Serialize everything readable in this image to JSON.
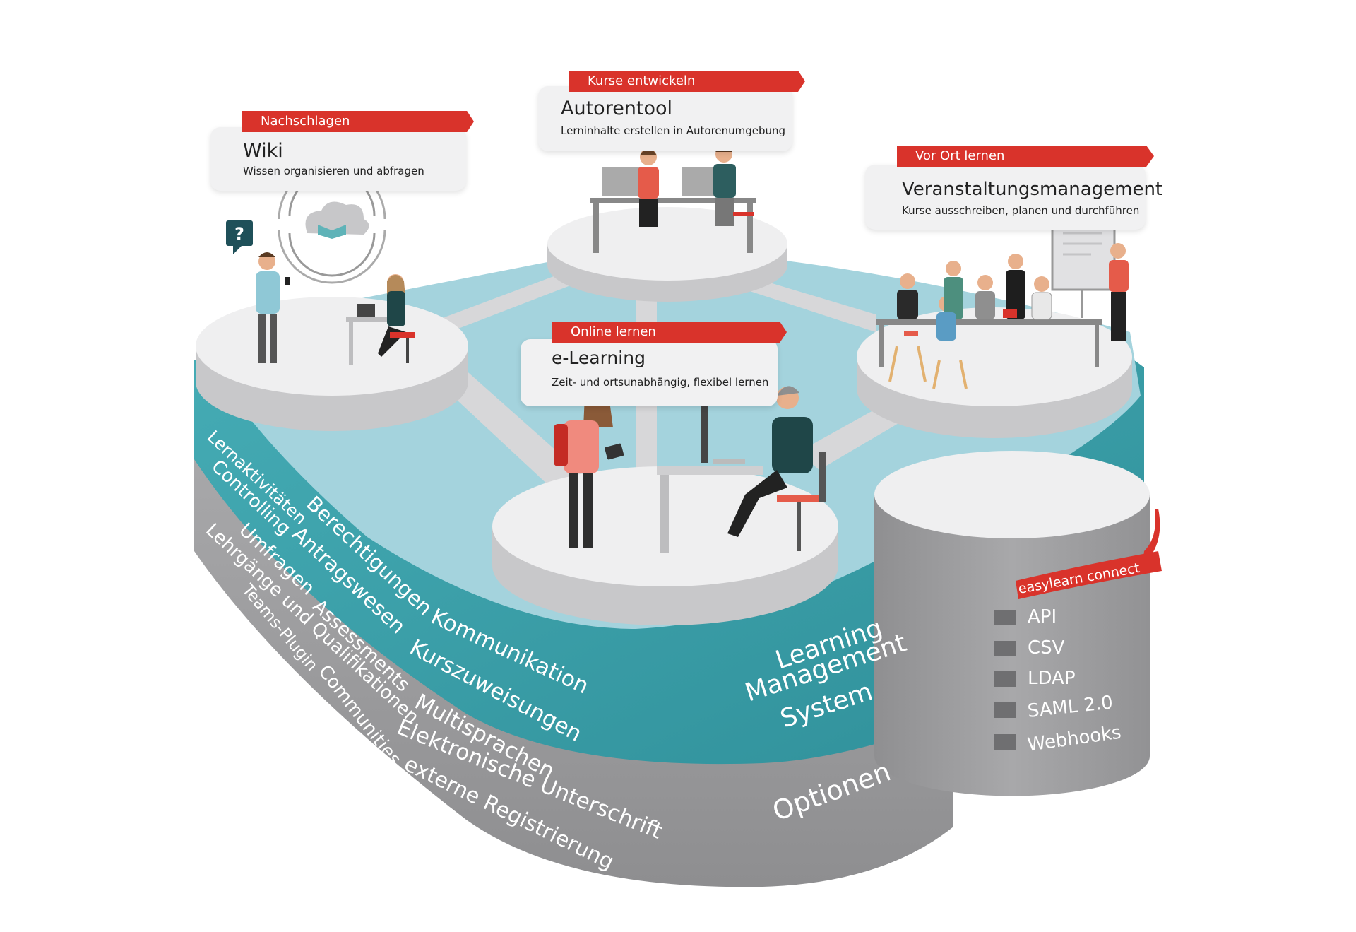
{
  "cards": {
    "wiki": {
      "ribbon": "Nachschlagen",
      "title": "Wiki",
      "subtitle": "Wissen organisieren und abfragen"
    },
    "autorentool": {
      "ribbon": "Kurse entwickeln",
      "title": "Autorentool",
      "subtitle": "Lerninhalte erstellen in Autorenumgebung"
    },
    "veranstaltung": {
      "ribbon": "Vor Ort lernen",
      "title": "Veranstaltungsmanagement",
      "subtitle": "Kurse ausschreiben, planen und durchführen"
    },
    "elearning": {
      "ribbon": "Online lernen",
      "title": "e-Learning",
      "subtitle": "Zeit- und ortsunabhängig, flexibel lernen"
    }
  },
  "lms": {
    "label_line1": "Learning",
    "label_line2": "Management",
    "label_line3": "System",
    "features": [
      "Lernaktivitäten",
      "Berechtigungen",
      "Kommunikation",
      "Controlling",
      "Antragswesen",
      "Kurszuweisungen"
    ]
  },
  "options": {
    "label": "Optionen",
    "features": [
      "Umfragen",
      "Assessments",
      "Multisprachen",
      "Lehrgänge und Qualifikationen",
      "Elektronische Unterschrift",
      "Teams-Plugin",
      "Communities",
      "externe Registrierung"
    ]
  },
  "connect": {
    "ribbon": "easylearn connect",
    "items": [
      "API",
      "CSV",
      "LDAP",
      "SAML 2.0",
      "Webhooks"
    ]
  },
  "speech_bubble": "?",
  "colors": {
    "red": "#d9332b",
    "teal": "#3aa3ad",
    "water": "#a4d3dd",
    "gray": "#a0a0a2",
    "platform": "#efeff0"
  }
}
